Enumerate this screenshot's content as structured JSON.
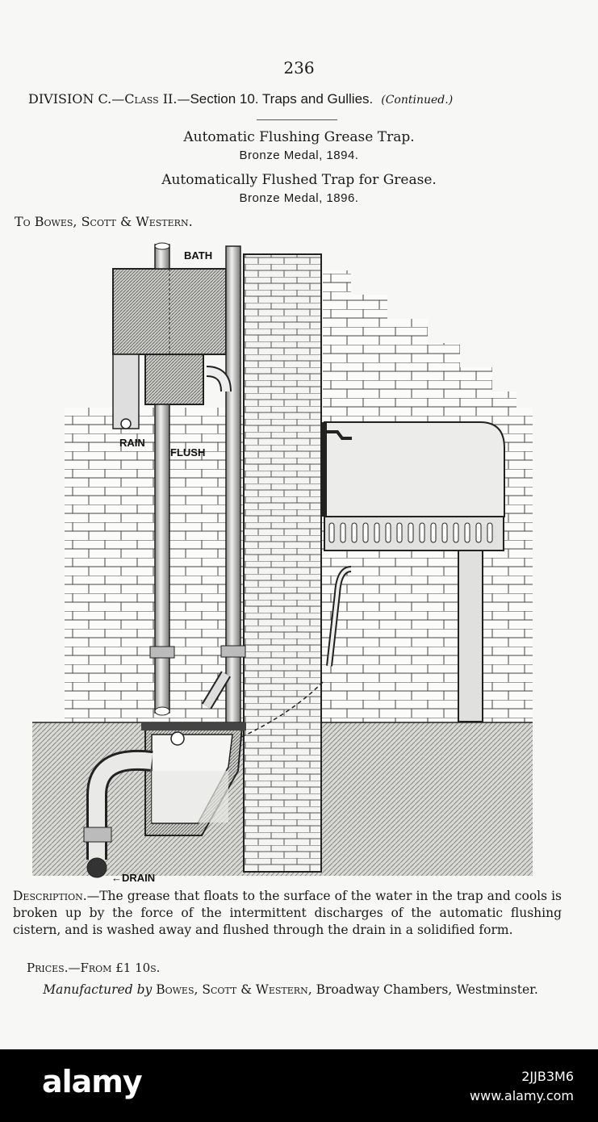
{
  "page_number": "236",
  "header": {
    "division": "DIVISION C.—",
    "class": "Class II.—",
    "section": "Section 10. Traps and Gullies.",
    "continued": "(Continued.)"
  },
  "titles": [
    {
      "title": "Automatic Flushing Grease Trap.",
      "medal": "Bronze Medal, 1894."
    },
    {
      "title": "Automatically Flushed Trap for Grease.",
      "medal": "Bronze Medal, 1896."
    }
  ],
  "award_to": "To Bowes, Scott & Western.",
  "illustration_labels": {
    "bath": "BATH",
    "rain": "RAIN",
    "flush": "FLUSH",
    "drain": "DRAIN"
  },
  "description": {
    "lead": "Description.",
    "text": "—The grease that floats to the surface of the water in the trap and cools is broken up by the force of the intermittent discharges of the automatic flushing cistern, and is washed away and flushed through the drain in a solidified form."
  },
  "prices": "Prices.—From £1 10s.",
  "manufacturer": {
    "prefix": "Manufactured by",
    "name": "Bowes, Scott & Western,",
    "address": "Broadway Chambers, Westminster."
  },
  "watermark": {
    "logo": "alamy",
    "image_id": "2JJB3M6",
    "site": "www.alamy.com"
  }
}
